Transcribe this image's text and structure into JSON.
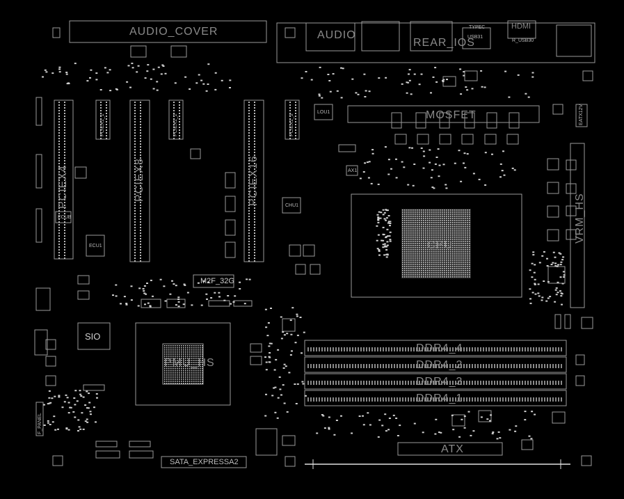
{
  "labels": {
    "audio_cover": "AUDIO_COVER",
    "audio": "AUDIO",
    "rear_ios": "REAR_IOS",
    "usb31": "USB31",
    "typec": "TYPEC",
    "hdmi": "HDMI",
    "r_usb30": "R_USB30",
    "mosfet": "MOSFET",
    "cpu": "CPU",
    "pciex4": "PCIEX4",
    "pciex8": "PCIEX8",
    "pciex16": "PCIEX16",
    "pciex1_1": "PCIEX1_1",
    "pciex1_2": "PCIEX1_2",
    "pciex1_3": "PCIEX1_3",
    "sio": "SIO",
    "pmu": "PMU_HS",
    "m2f": "M2F_32G",
    "ddr4_4": "DDR4_4",
    "ddr4_2": "DDR4_2",
    "ddr4_3": "DDR4_3",
    "ddr4_1": "DDR4_1",
    "atx": "ATX",
    "sata": "SATA_EXPRESSA2",
    "vrm_hs": "VRM_HS",
    "chu1": "CHU1",
    "lou1": "LOU1",
    "ecu1": "ECU1",
    "ecub": "ECUB",
    "ax1": "AX1",
    "f_panel": "F_PANEL",
    "pwr12v": "EATX12V"
  },
  "colors": {
    "background": "#000000",
    "outline": "#9a9a9a",
    "bright": "#e6e6e6",
    "text": "#8a8a8a"
  }
}
